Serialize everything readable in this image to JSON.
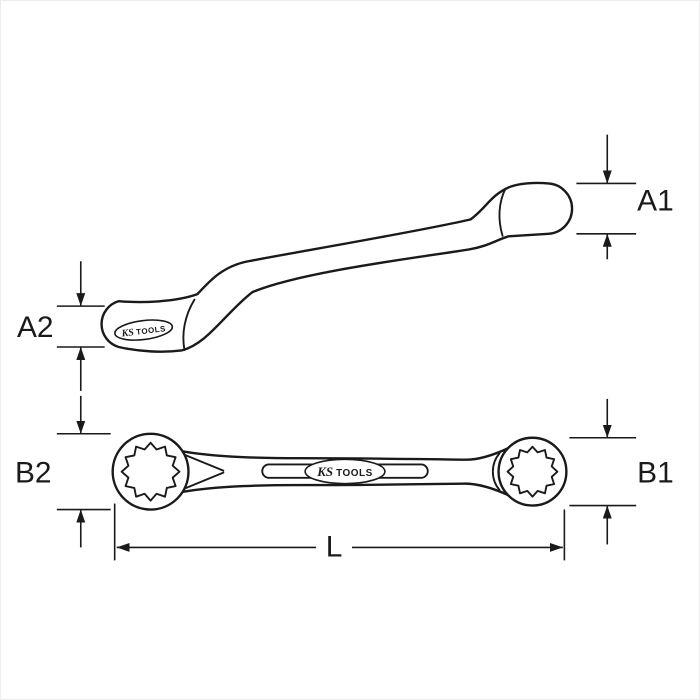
{
  "diagram": {
    "dimension_labels": {
      "a1": "A1",
      "a2": "A2",
      "b1": "B1",
      "b2": "B2",
      "length": "L"
    },
    "brand_logo": {
      "ks": "KS",
      "tools": "TOOLS"
    },
    "colors": {
      "line": "#1a1a1a",
      "background": "#ffffff"
    }
  }
}
